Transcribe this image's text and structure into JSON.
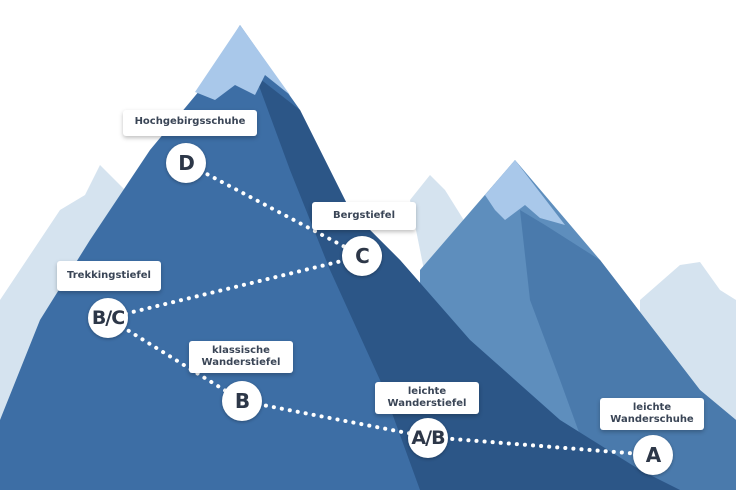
{
  "diagram": {
    "type": "mountain-path",
    "colors": {
      "background": "#ffffff",
      "far_mountains": "#d5e3ef",
      "mid_mountain": "#5e8ebd",
      "main_mountain": "#3d6ea5",
      "main_mountain_dark": "#2c5687",
      "snow_cap": "#a9c8ea",
      "label_text": "#3a4556",
      "node_text": "#2d3748",
      "path_dots": "#ffffff"
    },
    "stations": [
      {
        "id": "D",
        "node": "D",
        "label": "Hochgebirgsschuhe"
      },
      {
        "id": "C",
        "node": "C",
        "label": "Bergstiefel"
      },
      {
        "id": "BC",
        "node": "B/C",
        "label": "Trekkingstiefel"
      },
      {
        "id": "B",
        "node": "B",
        "label_line1": "klassische",
        "label_line2": "Wanderstiefel"
      },
      {
        "id": "AB",
        "node": "A/B",
        "label_line1": "leichte",
        "label_line2": "Wanderstiefel"
      },
      {
        "id": "A",
        "node": "A",
        "label_line1": "leichte",
        "label_line2": "Wanderschuhe"
      }
    ]
  }
}
